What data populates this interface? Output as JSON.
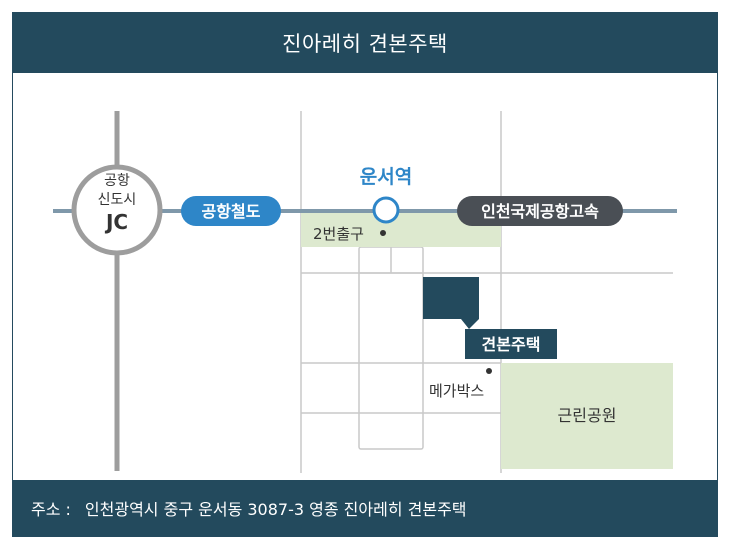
{
  "title": "진아레히 견본주택",
  "footer": {
    "label": "주소 :",
    "address": "인천광역시 중구 운서동 3087-3 영종 진아레히 견본주택"
  },
  "map": {
    "junction": {
      "line1": "공항",
      "line2": "신도시",
      "line3": "JC"
    },
    "railway_label": "공항철도",
    "station_label": "운서역",
    "highway_label": "인천국제공항고속",
    "exit_label": "2번출구",
    "model_house_label": "견본주택",
    "megabox_label": "메가박스",
    "park_label": "근린공원",
    "colors": {
      "header": "#234a5d",
      "railway": "#2e86c8",
      "highway_badge": "#4a4f55",
      "park": "#dde9cf",
      "model_house": "#234a5d"
    }
  }
}
